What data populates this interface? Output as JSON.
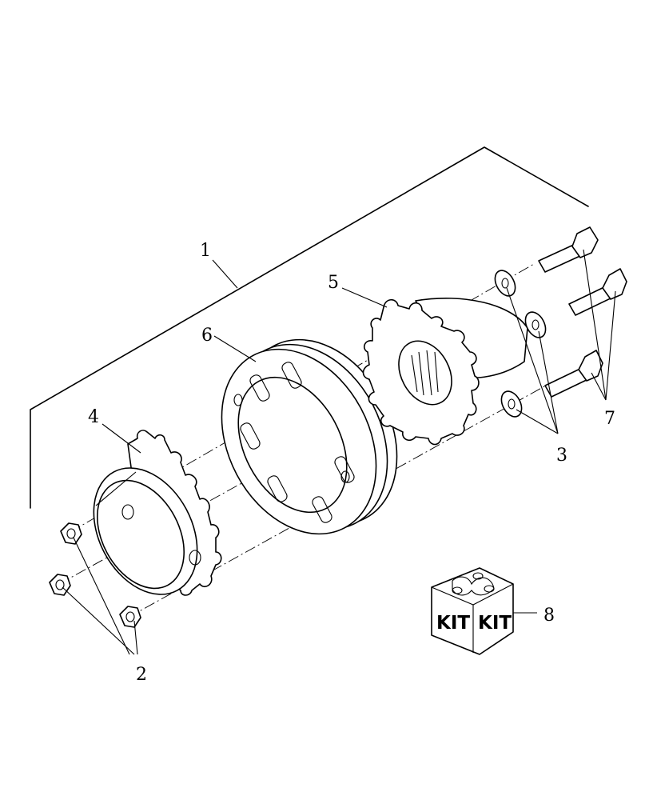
{
  "callouts": [
    {
      "id": "1",
      "label": "1"
    },
    {
      "id": "2",
      "label": "2"
    },
    {
      "id": "3",
      "label": "3"
    },
    {
      "id": "4",
      "label": "4"
    },
    {
      "id": "5",
      "label": "5"
    },
    {
      "id": "6",
      "label": "6"
    },
    {
      "id": "7",
      "label": "7"
    },
    {
      "id": "8",
      "label": "8"
    }
  ],
  "kit": {
    "left_face": "KIT",
    "right_face": "KIT"
  }
}
